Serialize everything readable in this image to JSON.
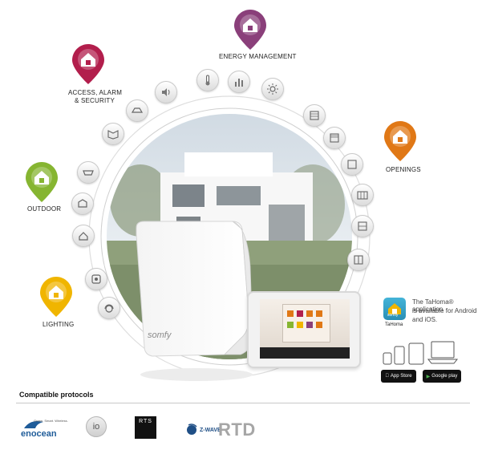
{
  "categories": {
    "energy": {
      "label": "ENERGY MANAGEMENT",
      "color": "#8a3f7a"
    },
    "access": {
      "label_lines": [
        "ACCESS, ALARM",
        "& SECURITY"
      ],
      "color": "#b21e4c"
    },
    "outdoor": {
      "label": "OUTDOOR",
      "color": "#86b531"
    },
    "lighting": {
      "label": "LIGHTING",
      "color": "#f0b500"
    },
    "openings": {
      "label": "OPENINGS",
      "color": "#e07816"
    }
  },
  "ring_icons": [
    "wall-light-icon",
    "garden-light-icon",
    "socket-icon",
    "gate-icon",
    "pergola-icon",
    "awning-icon",
    "window-icon",
    "skylight-icon",
    "speaker-icon",
    "thermometer-icon",
    "energy-meter-icon",
    "sun-sensor-icon",
    "roller-shutter-icon",
    "interior-blind-icon",
    "window-shutter-icon",
    "sliding-shutter-icon",
    "venetian-blind-icon",
    "curtain-icon"
  ],
  "device": {
    "brand": "somfy"
  },
  "app_info": {
    "app_name": "TaHoma",
    "description_lines": [
      "The TaHoma® application",
      "is available for Android",
      "and iOS."
    ],
    "badge_brand": "somfy"
  },
  "stores": {
    "apple": "App Store",
    "google": "Google play"
  },
  "protocols": {
    "title": "Compatible protocols",
    "enocean_tagline": "Green. Smart. Wireless.",
    "enocean_name": "enocean",
    "io_name": "io",
    "rts_name": "RTS",
    "zwave_name": "Z-WAVE",
    "rtd_name": "RTD"
  }
}
